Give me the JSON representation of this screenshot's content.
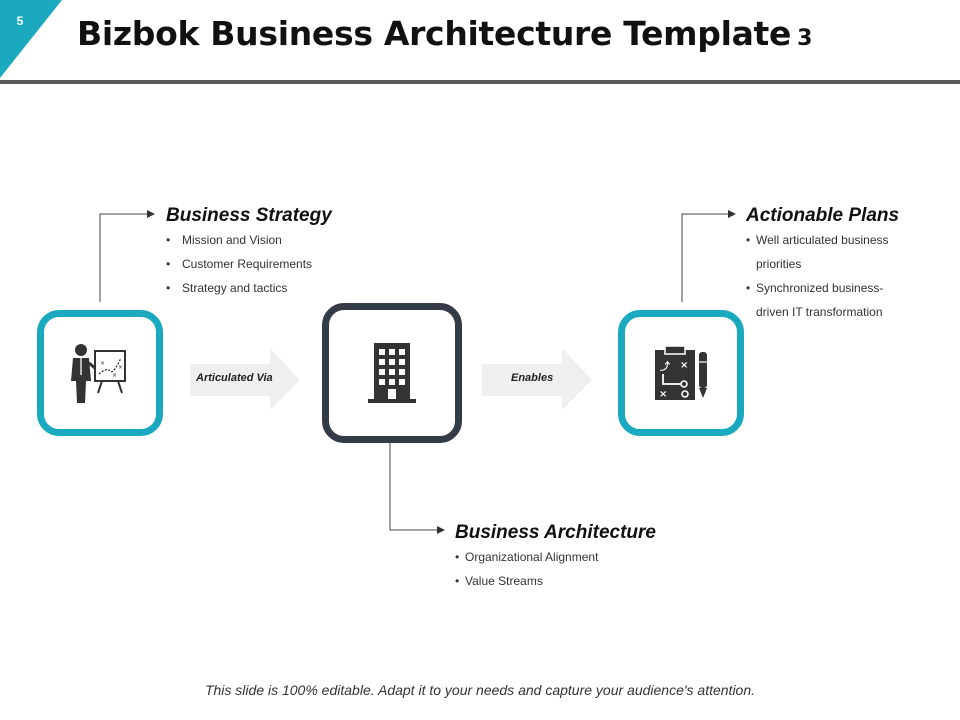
{
  "slide_number": "5",
  "title": {
    "main": "Bizbok Business Architecture Template",
    "number": "3"
  },
  "colors": {
    "accent": "#1aa9bf",
    "dark": "#333b48",
    "icon": "#333333",
    "arrow": "#efefef"
  },
  "arrows": [
    {
      "label": "Articulated Via"
    },
    {
      "label": "Enables"
    }
  ],
  "boxes": [
    {
      "icon": "presenter-icon"
    },
    {
      "icon": "building-icon"
    },
    {
      "icon": "strategy-plan-icon"
    }
  ],
  "sections": {
    "business_strategy": {
      "heading": "Business  Strategy",
      "items": [
        "Mission and Vision",
        "Customer Requirements",
        "Strategy and tactics"
      ]
    },
    "actionable_plans": {
      "heading": "Actionable Plans",
      "items": [
        "Well articulated business",
        "priorities",
        "Synchronized business-",
        "driven  IT transformation"
      ]
    },
    "business_architecture": {
      "heading": "Business  Architecture",
      "items": [
        "Organizational Alignment",
        "Value Streams"
      ]
    }
  },
  "footer": "This slide is 100% editable. Adapt it to your needs and capture your audience's attention."
}
